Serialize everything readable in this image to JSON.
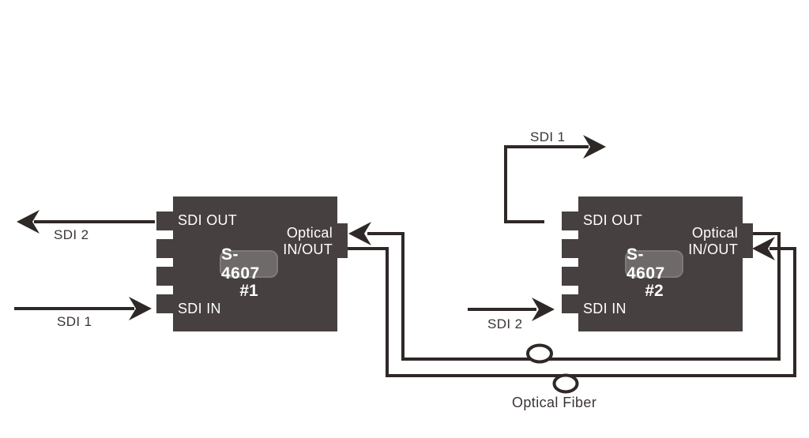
{
  "colors": {
    "background": "#ffffff",
    "device_fill": "#474040",
    "badge_fill": "#6e6a6a",
    "wire": "#2e2826",
    "outside_text": "#3a3534",
    "device_text": "#ffffff"
  },
  "devices": [
    {
      "model": "S-4607",
      "unit": "#1",
      "sdi_out": "SDI OUT",
      "sdi_in": "SDI IN",
      "optical_line1": "Optical",
      "optical_line2": "IN/OUT"
    },
    {
      "model": "S-4607",
      "unit": "#2",
      "sdi_out": "SDI OUT",
      "sdi_in": "SDI IN",
      "optical_line1": "Optical",
      "optical_line2": "IN/OUT"
    }
  ],
  "labels": {
    "left_out": "SDI 2",
    "left_in": "SDI 1",
    "top_out": "SDI 1",
    "right_in": "SDI 2",
    "fiber": "Optical Fiber"
  }
}
